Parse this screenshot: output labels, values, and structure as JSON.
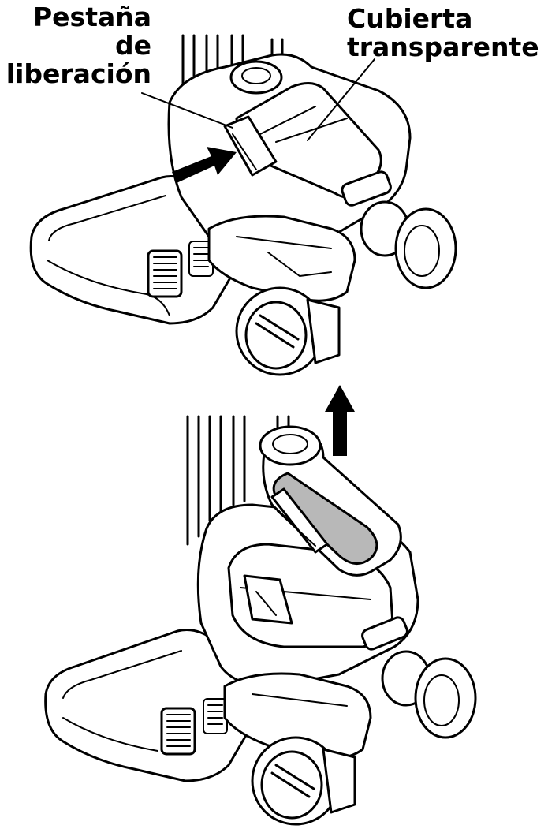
{
  "labels": {
    "release_tab": [
      "Pestaña",
      "de",
      "liberación"
    ],
    "clear_cover": [
      "Cubierta",
      "transparente"
    ]
  },
  "colors": {
    "line": "#000000",
    "background": "#ffffff",
    "cover_fill": "#b8b8b8"
  },
  "icons": {
    "push_arrow": "arrow-right-icon",
    "lift_arrow": "arrow-up-icon"
  }
}
